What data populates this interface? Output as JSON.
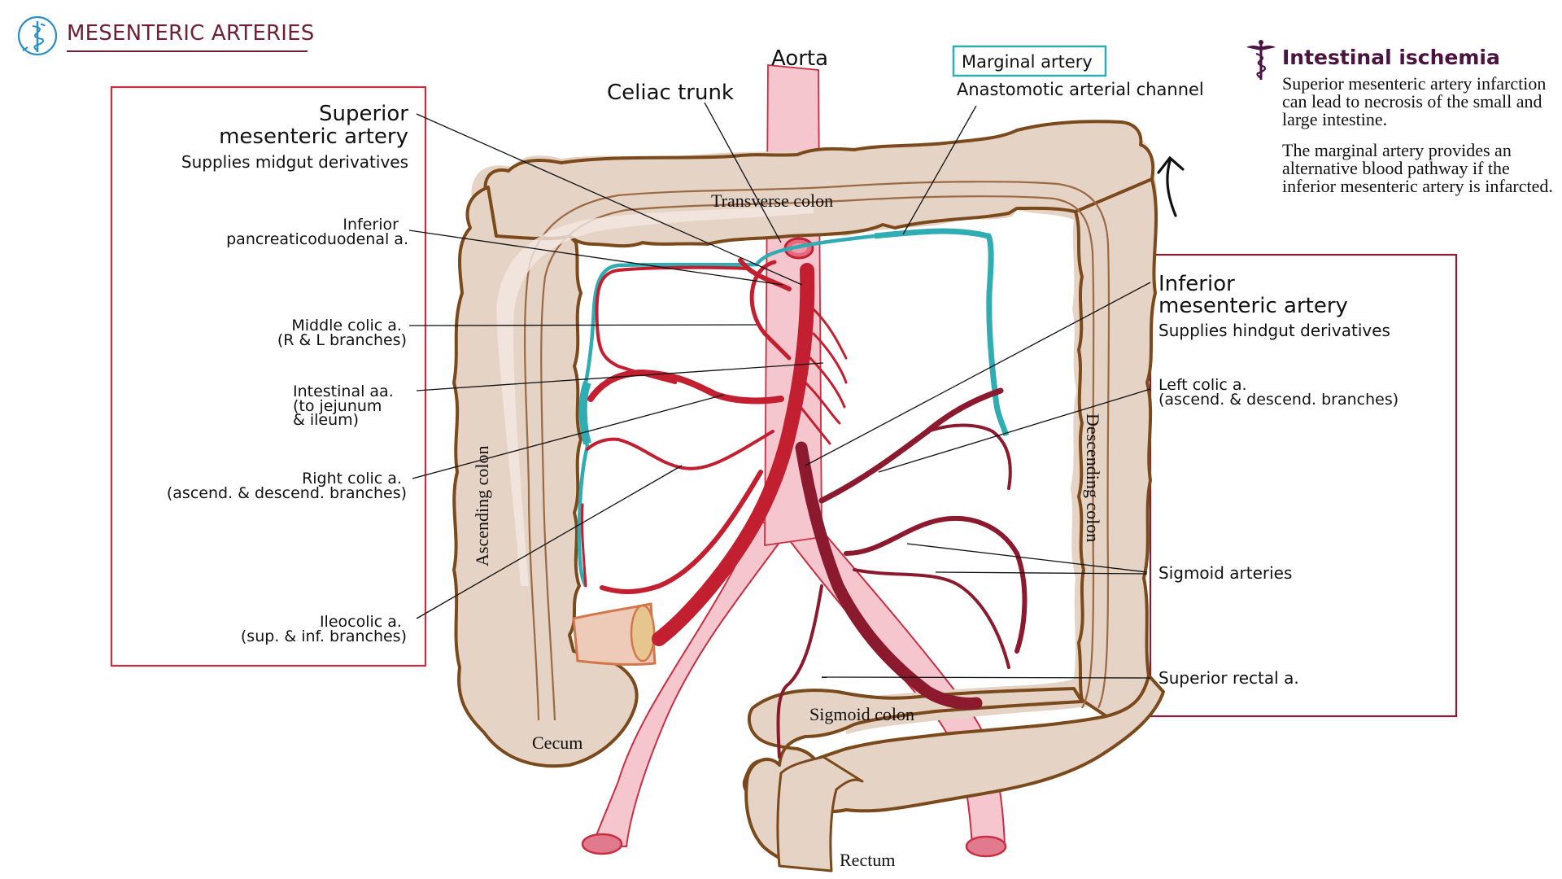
{
  "header": {
    "title": "MESENTERIC ARTERIES",
    "logo_icon": "caduceus-circle-icon"
  },
  "colors": {
    "title": "#6e1f36",
    "sma_box": "#c82f43",
    "ima_box": "#8b1a35",
    "marginal": "#2fadb3",
    "sma_artery": "#c21f30",
    "ima_artery": "#8b1a2e",
    "aorta_fill": "#f6c6cf",
    "colon_fill": "#e5d3c5",
    "colon_outline": "#7a4a1c",
    "side_heading": "#4a1440"
  },
  "top_labels": {
    "aorta": "Aorta",
    "celiac_trunk": "Celiac trunk",
    "marginal_artery": "Marginal artery",
    "marginal_artery_desc": "Anastomotic arterial channel"
  },
  "sma_box": {
    "title_line1": "Superior",
    "title_line2": "mesenteric artery",
    "subtitle": "Supplies midgut derivatives",
    "labels": [
      {
        "lines": [
          "Inferior",
          "pancreaticoduodenal a."
        ]
      },
      {
        "lines": [
          "Middle colic a.",
          "(R & L branches)"
        ]
      },
      {
        "lines": [
          "Intestinal aa.",
          "(to jejunum",
          "& ileum)"
        ]
      },
      {
        "lines": [
          "Right colic a.",
          "(ascend. & descend.  branches)"
        ]
      },
      {
        "lines": [
          "Ileocolic a.",
          "(sup. & inf. branches)"
        ]
      }
    ]
  },
  "ima_box": {
    "title_line1": "Inferior",
    "title_line2": "mesenteric artery",
    "subtitle": "Supplies hindgut derivatives",
    "labels": [
      {
        "lines": [
          "Left colic a.",
          "(ascend. & descend. branches)"
        ]
      },
      {
        "lines": [
          "Sigmoid arteries"
        ]
      },
      {
        "lines": [
          "Superior rectal a."
        ]
      }
    ]
  },
  "anatomy_labels": {
    "transverse_colon": "Transverse colon",
    "ascending_colon": "Ascending colon",
    "descending_colon": "Descending colon",
    "sigmoid_colon": "Sigmoid colon",
    "cecum": "Cecum",
    "rectum": "Rectum"
  },
  "side_panel": {
    "icon": "caduceus-icon",
    "heading": "Intestinal ischemia",
    "paragraphs": [
      "Superior mesenteric artery infarction can lead to necrosis of the small and large intestine.",
      "The marginal artery provides an alternative blood pathway if the inferior mesenteric artery is infarcted."
    ]
  }
}
